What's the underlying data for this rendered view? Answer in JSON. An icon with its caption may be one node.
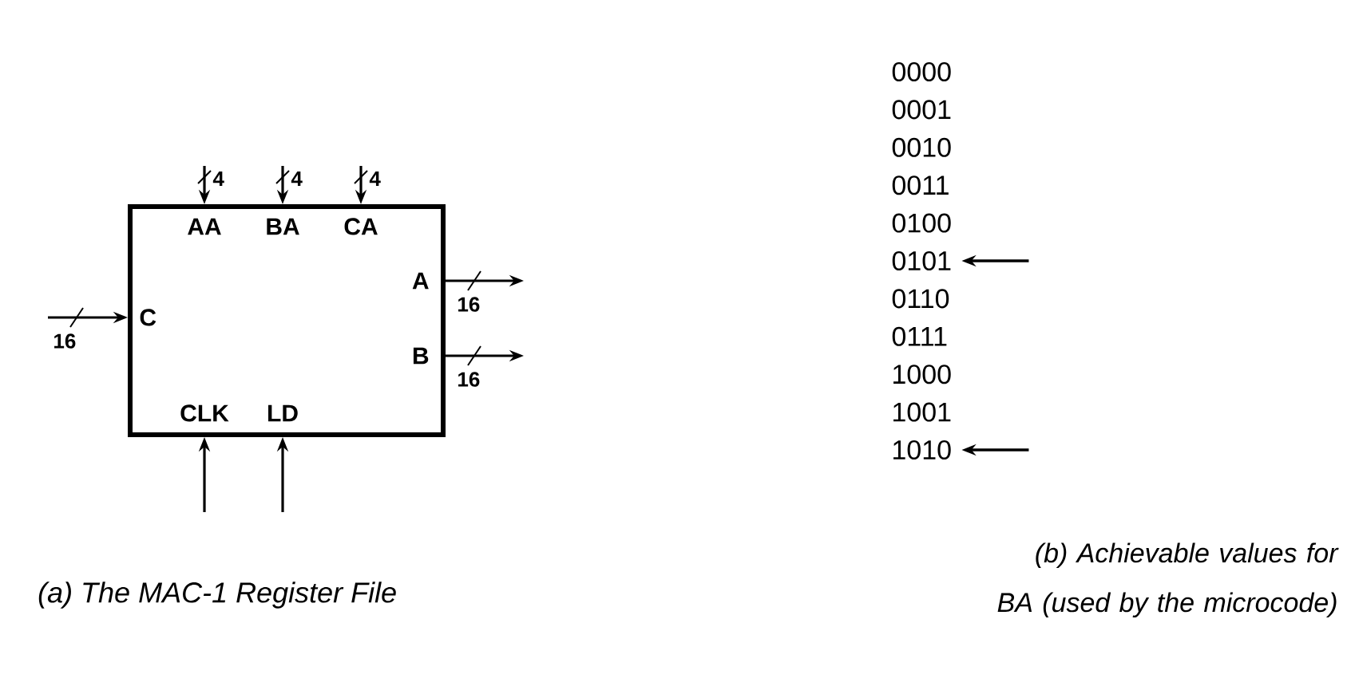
{
  "diagram": {
    "nodes": [
      {
        "text": [
          "AA",
          "BA",
          "CA",
          "A",
          "B",
          "C",
          "CLK",
          "LD"
        ]
      },
      {
        "text": [
          "0000"
        ]
      },
      {
        "text": [
          "0001"
        ]
      },
      {
        "text": [
          "0010"
        ]
      },
      {
        "text": [
          "0011"
        ]
      },
      {
        "text": [
          "0100"
        ]
      },
      {
        "text": [
          "0101"
        ]
      },
      {
        "text": [
          "0110"
        ]
      },
      {
        "text": [
          "0111"
        ]
      },
      {
        "text": [
          "1000"
        ]
      },
      {
        "text": [
          "1001"
        ]
      },
      {
        "text": [
          "1010"
        ]
      }
    ],
    "edges": [
      {
        "from": null,
        "to": 0,
        "arrow": "to",
        "label": "4"
      },
      {
        "from": null,
        "to": 0,
        "arrow": "to",
        "label": "4"
      },
      {
        "from": null,
        "to": 0,
        "arrow": "to",
        "label": "4"
      },
      {
        "from": 0,
        "to": null,
        "arrow": "to",
        "label": "16"
      },
      {
        "from": 0,
        "to": null,
        "arrow": "to",
        "label": "16"
      },
      {
        "from": null,
        "to": 0,
        "arrow": "to",
        "label": "16"
      },
      {
        "from": null,
        "to": 0,
        "arrow": "to"
      },
      {
        "from": null,
        "to": 0,
        "arrow": "to"
      },
      {
        "from": null,
        "to": 6,
        "arrow": "to"
      },
      {
        "from": null,
        "to": 11,
        "arrow": "to"
      }
    ],
    "labels": [
      "(a) The MAC-1 Register File",
      "(b) Achievable values for BA (used by the microcode)"
    ]
  }
}
